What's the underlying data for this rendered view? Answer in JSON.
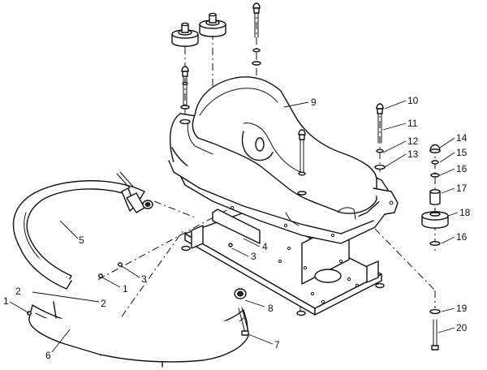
{
  "diagram": {
    "callouts": [
      {
        "id": "c1a",
        "text": "1"
      },
      {
        "id": "c1b",
        "text": "1"
      },
      {
        "id": "c2a",
        "text": "2"
      },
      {
        "id": "c2b",
        "text": "2"
      },
      {
        "id": "c3a",
        "text": "3"
      },
      {
        "id": "c3b",
        "text": "3"
      },
      {
        "id": "c4",
        "text": "4"
      },
      {
        "id": "c5",
        "text": "5"
      },
      {
        "id": "c6",
        "text": "6"
      },
      {
        "id": "c7",
        "text": "7"
      },
      {
        "id": "c8",
        "text": "8"
      },
      {
        "id": "c9",
        "text": "9"
      },
      {
        "id": "c10",
        "text": "10"
      },
      {
        "id": "c11",
        "text": "11"
      },
      {
        "id": "c12",
        "text": "12"
      },
      {
        "id": "c13",
        "text": "13"
      },
      {
        "id": "c14",
        "text": "14"
      },
      {
        "id": "c15",
        "text": "15"
      },
      {
        "id": "c16a",
        "text": "16"
      },
      {
        "id": "c16b",
        "text": "16"
      },
      {
        "id": "c17",
        "text": "17"
      },
      {
        "id": "c18",
        "text": "18"
      },
      {
        "id": "c19",
        "text": "19"
      },
      {
        "id": "c20",
        "text": "20"
      }
    ]
  }
}
